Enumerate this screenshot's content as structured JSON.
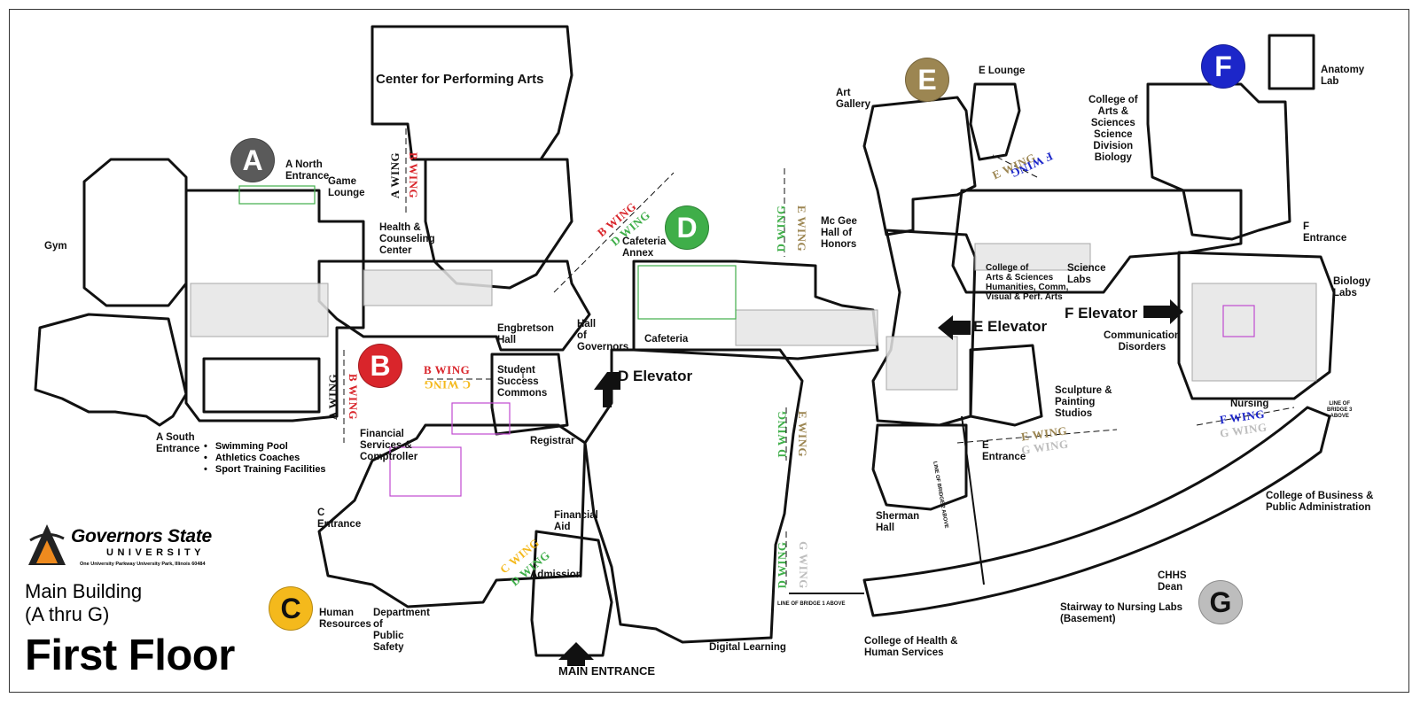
{
  "map": {
    "title": "First Floor",
    "subtitle": "Main Building\n(A thru G)",
    "organization": {
      "name": "Governors State",
      "subname": "UNIVERSITY",
      "address": "One University Parkway    University Park, Illinois  60484"
    },
    "badges": [
      {
        "letter": "A",
        "color": "#5a5a5a"
      },
      {
        "letter": "B",
        "color": "#d9252b"
      },
      {
        "letter": "C",
        "color": "#f4b91c"
      },
      {
        "letter": "D",
        "color": "#3fae49"
      },
      {
        "letter": "E",
        "color": "#9c8652"
      },
      {
        "letter": "F",
        "color": "#1c26c9"
      },
      {
        "letter": "G",
        "color": "#bdbdbd"
      }
    ],
    "labels": {
      "gym": "Gym",
      "a_north_entrance": "A North\nEntrance",
      "game_lounge": "Game\nLounge",
      "health_counseling": "Health &\nCounseling\nCenter",
      "center_performing_arts": "Center for Performing Arts",
      "cafeteria_annex": "Cafeteria\nAnnex",
      "mcgee_hall": "Mc Gee\nHall of\nHonors",
      "art_gallery": "Art\nGallery",
      "e_lounge": "E Lounge",
      "anatomy_lab": "Anatomy\nLab",
      "science_division": "College of\nArts &\nSciences\nScience\nDivision\nBiology",
      "f_entrance": "F\nEntrance",
      "biology_labs": "Biology\nLabs",
      "humanities": "College of\nArts & Sciences\nHumanities, Comm,\nVisual & Perf. Arts",
      "science_labs": "Science\nLabs",
      "f_elevator": "F Elevator",
      "e_elevator": "E Elevator",
      "d_elevator": "D Elevator",
      "communication_disorders": "Communication\nDisorders",
      "nursing": "Nursing",
      "engbretson_hall": "Engbretson\nHall",
      "hall_of_governors": "Hall\nof\nGovernors",
      "cafeteria": "Cafeteria",
      "student_success": "Student\nSuccess\nCommons",
      "registrar": "Registrar",
      "financial_services": "Financial\nServices &\nComptroller",
      "financial_aid": "Financial\nAid",
      "admission": "Admission",
      "main_entrance": "MAIN ENTRANCE",
      "digital_learning": "Digital Learning",
      "sculpture_painting": "Sculpture &\nPainting\nStudios",
      "e_entrance": "E\nEntrance",
      "sherman_hall": "Sherman\nHall",
      "a_south_entrance": "A South\nEntrance",
      "c_entrance": "C\nEntrance",
      "human_resources": "Human\nResources",
      "public_safety": "Department\nof\nPublic\nSafety",
      "college_business": "College of Business &\nPublic Administration",
      "chhs_dean": "CHHS\nDean",
      "stairway_nursing": "Stairway to Nursing Labs\n(Basement)",
      "college_health": "College of Health &\nHuman Services",
      "line_of_bridge_3": "LINE OF\nBRIDGE 3\nABOVE",
      "line_of_bridge_1": "LINE OF BRIDGE 1 ABOVE",
      "line_of_bridge_2": "LINE OF BRIDGE 2 ABOVE"
    },
    "a_south_bullets": [
      "Swimming Pool",
      "Athletics Coaches",
      "Sport Training Facilities"
    ],
    "wing_markers": [
      {
        "text": "A WING",
        "color": "#111111"
      },
      {
        "text": "B WING",
        "color": "#d9252b"
      },
      {
        "text": "B WING",
        "color": "#d9252b"
      },
      {
        "text": "D WING",
        "color": "#3fae49"
      },
      {
        "text": "A WING",
        "color": "#111111"
      },
      {
        "text": "B WING",
        "color": "#d9252b"
      },
      {
        "text": "B WING",
        "color": "#d9252b"
      },
      {
        "text": "C WING",
        "color": "#f4b91c"
      },
      {
        "text": "D WING",
        "color": "#3fae49"
      },
      {
        "text": "E WING",
        "color": "#9c8652"
      },
      {
        "text": "E WING",
        "color": "#9c8652"
      },
      {
        "text": "F WING",
        "color": "#1c26c9"
      },
      {
        "text": "D WING",
        "color": "#3fae49"
      },
      {
        "text": "E WING",
        "color": "#9c8652"
      },
      {
        "text": "C WING",
        "color": "#f4b91c"
      },
      {
        "text": "D WING",
        "color": "#3fae49"
      },
      {
        "text": "D WING",
        "color": "#3fae49"
      },
      {
        "text": "G WING",
        "color": "#bdbdbd"
      },
      {
        "text": "E WING",
        "color": "#9c8652"
      },
      {
        "text": "G WING",
        "color": "#bdbdbd"
      },
      {
        "text": "F WING",
        "color": "#1c26c9"
      },
      {
        "text": "G WING",
        "color": "#bdbdbd"
      }
    ]
  }
}
